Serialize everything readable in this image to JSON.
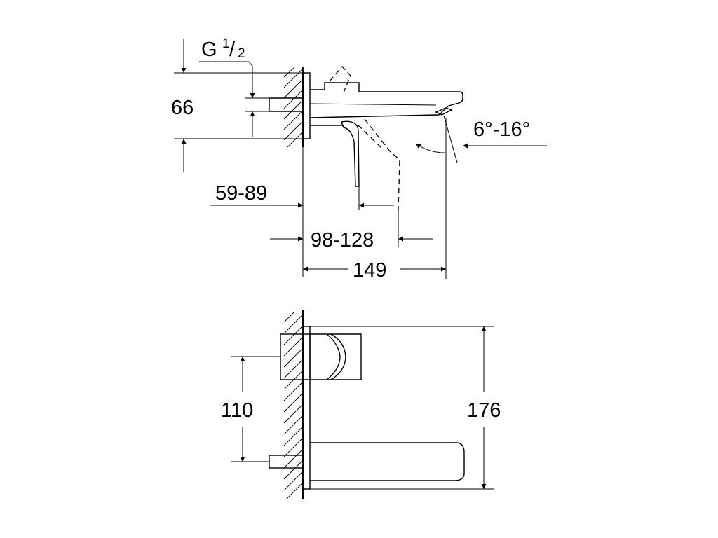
{
  "side_view": {
    "thread_prefix": "G",
    "thread_num": "1",
    "thread_slash": "/",
    "thread_den": "2",
    "dim_height": "66",
    "dim_angle": "6°-16°",
    "dim_wall": "59-89",
    "dim_spout_adj": "98-128",
    "dim_total": "149"
  },
  "front_view": {
    "dim_spacing": "110",
    "dim_height": "176"
  }
}
